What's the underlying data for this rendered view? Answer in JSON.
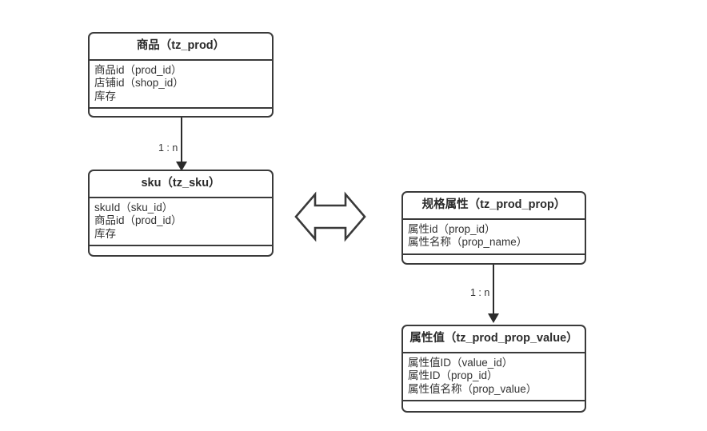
{
  "diagram": {
    "type": "er-diagram",
    "background_color": "#ffffff",
    "border_color": "#3a3a3a",
    "text_color": "#333333",
    "entities": [
      {
        "id": "prod",
        "title": "商品（tz_prod）",
        "attributes": [
          "商品id（prod_id）",
          "店铺id（shop_id）",
          "库存"
        ],
        "methods": []
      },
      {
        "id": "sku",
        "title": "sku（tz_sku）",
        "attributes": [
          "skuId（sku_id）",
          "商品id（prod_id）",
          "库存"
        ],
        "methods": []
      },
      {
        "id": "prop",
        "title": "规格属性（tz_prod_prop）",
        "attributes": [
          "属性id（prop_id）",
          "属性名称（prop_name）"
        ],
        "methods": []
      },
      {
        "id": "propvalue",
        "title": "属性值（tz_prod_prop_value）",
        "attributes": [
          "属性值ID（value_id）",
          "属性ID（prop_id）",
          "属性值名称（prop_value）"
        ],
        "methods": []
      }
    ],
    "connectors": [
      {
        "id": "prod-sku",
        "from": "prod",
        "to": "sku",
        "label": "1 : n",
        "arrow": "single-down"
      },
      {
        "id": "prop-value",
        "from": "prop",
        "to": "propvalue",
        "label": "1 : n",
        "arrow": "single-down"
      }
    ],
    "symbols": [
      {
        "id": "bidir-arrow",
        "icon": "double-headed-arrow-icon",
        "label": ""
      }
    ]
  }
}
